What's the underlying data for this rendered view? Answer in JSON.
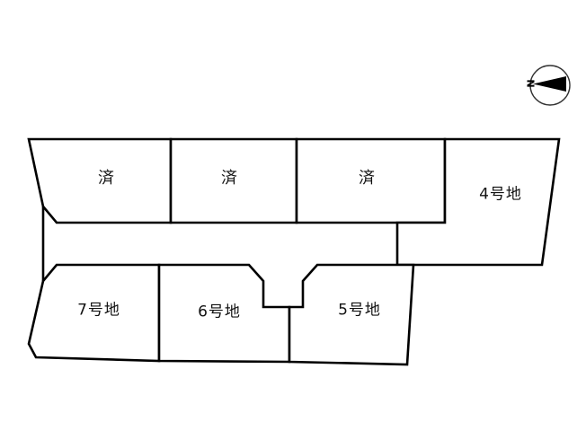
{
  "diagram": {
    "type": "land-lot-layout",
    "compass": {
      "label": "N",
      "direction": "north-points-left"
    },
    "colors": {
      "line": "#000000",
      "background": "#ffffff",
      "text": "#111111"
    },
    "plots": [
      {
        "key": "sold-1",
        "label": "済",
        "status": "sold"
      },
      {
        "key": "sold-2",
        "label": "済",
        "status": "sold"
      },
      {
        "key": "sold-3",
        "label": "済",
        "status": "sold"
      },
      {
        "key": "lot-4",
        "label": "4号地",
        "status": "available"
      },
      {
        "key": "lot-5",
        "label": "5号地",
        "status": "available"
      },
      {
        "key": "lot-6",
        "label": "6号地",
        "status": "available"
      },
      {
        "key": "lot-7",
        "label": "7号地",
        "status": "available"
      }
    ]
  }
}
